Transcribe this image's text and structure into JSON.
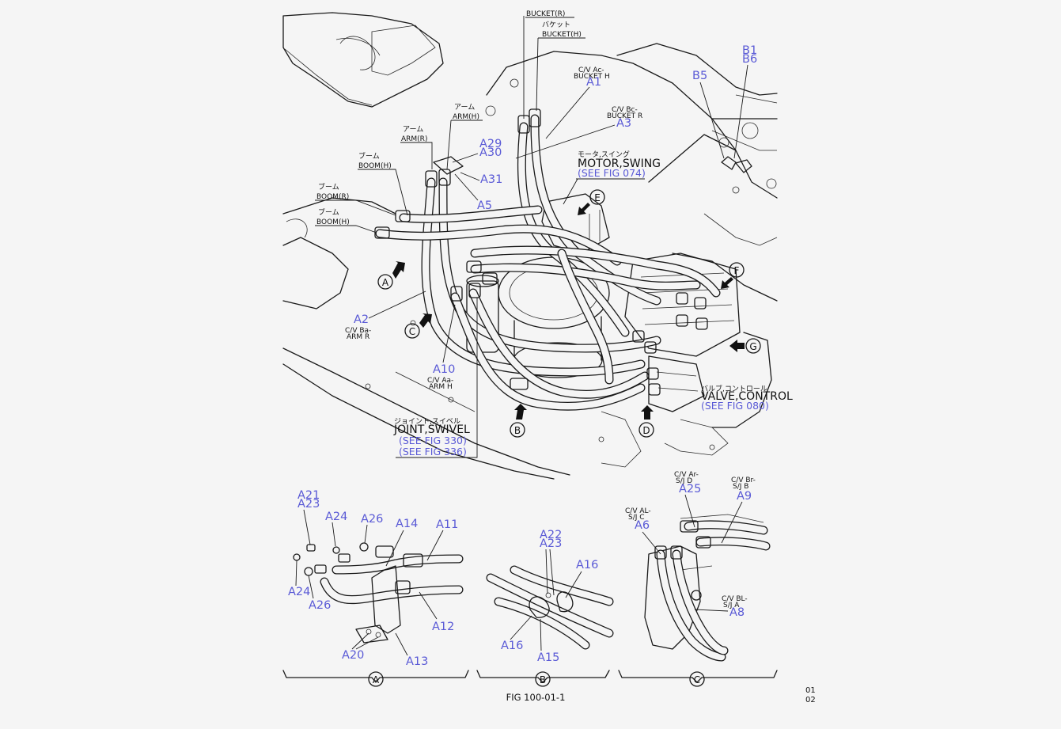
{
  "figure": {
    "caption": "FIG 100-01-1",
    "page_codes": [
      "01",
      "02"
    ]
  },
  "line_labels": [
    {
      "id": "bucket_r",
      "jp": "",
      "en": "BUCKET(R)"
    },
    {
      "id": "bucket_h",
      "jp": "バケット",
      "en": "BUCKET(H)"
    },
    {
      "id": "arm_h",
      "jp": "アーム",
      "en": "ARM(H)"
    },
    {
      "id": "arm_r",
      "jp": "アーム",
      "en": "ARM(R)"
    },
    {
      "id": "boom_h1",
      "jp": "ブーム",
      "en": "BOOM(H)"
    },
    {
      "id": "boom_r",
      "jp": "ブーム",
      "en": "BOOM(R)"
    },
    {
      "id": "boom_h2",
      "jp": "ブーム",
      "en": "BOOM(H)"
    }
  ],
  "port_labels": {
    "a1": [
      "C/V Ac-",
      "BUCKET H"
    ],
    "a3": [
      "C/V Bc-",
      "BUCKET R"
    ],
    "a2": [
      "C/V Ba-",
      "ARM R"
    ],
    "a10": [
      "C/V Aa-",
      "ARM H"
    ],
    "a25": [
      "C/V Ar-",
      "S/J D"
    ],
    "a9": [
      "C/V Br-",
      "S/J B"
    ],
    "a6": [
      "C/V AL-",
      "S/J C"
    ],
    "a8": [
      "C/V BL-",
      "S/J A"
    ]
  },
  "components": {
    "motor_swing": {
      "jp": "モータ,スイング",
      "en": "MOTOR,SWING",
      "ref": "(SEE FIG 074)"
    },
    "valve_control": {
      "jp": "バルブ,コントロール",
      "en": "VALVE,CONTROL",
      "ref": "(SEE FIG 080)"
    },
    "joint_swivel": {
      "jp": "ジョイント,スイベル",
      "en": "JOINT,SWIVEL",
      "ref1": "(SEE FIG 330)",
      "ref2": "(SEE FIG 336)"
    }
  },
  "callouts": {
    "main": {
      "a1": "A1",
      "a3": "A3",
      "a29": "A29",
      "a30": "A30",
      "a31": "A31",
      "a5": "A5",
      "a2": "A2",
      "a10": "A10",
      "b1": "B1",
      "b6": "B6",
      "b5": "B5"
    },
    "detail_a": {
      "a21": "A21",
      "a23": "A23",
      "a24_top": "A24",
      "a26_top": "A26",
      "a14": "A14",
      "a11": "A11",
      "a24_left": "A24",
      "a26_left": "A26",
      "a12": "A12",
      "a20": "A20",
      "a13": "A13"
    },
    "detail_b": {
      "a22": "A22",
      "a23": "A23",
      "a16_right": "A16",
      "a16_left": "A16",
      "a15": "A15"
    },
    "detail_c": {
      "a25": "A25",
      "a9": "A9",
      "a6": "A6",
      "a8": "A8"
    }
  },
  "view_markers": {
    "A": "A",
    "B": "B",
    "C": "C",
    "D": "D",
    "E": "E",
    "F": "F",
    "G": "G"
  },
  "detail_views": [
    "A",
    "B",
    "C"
  ]
}
